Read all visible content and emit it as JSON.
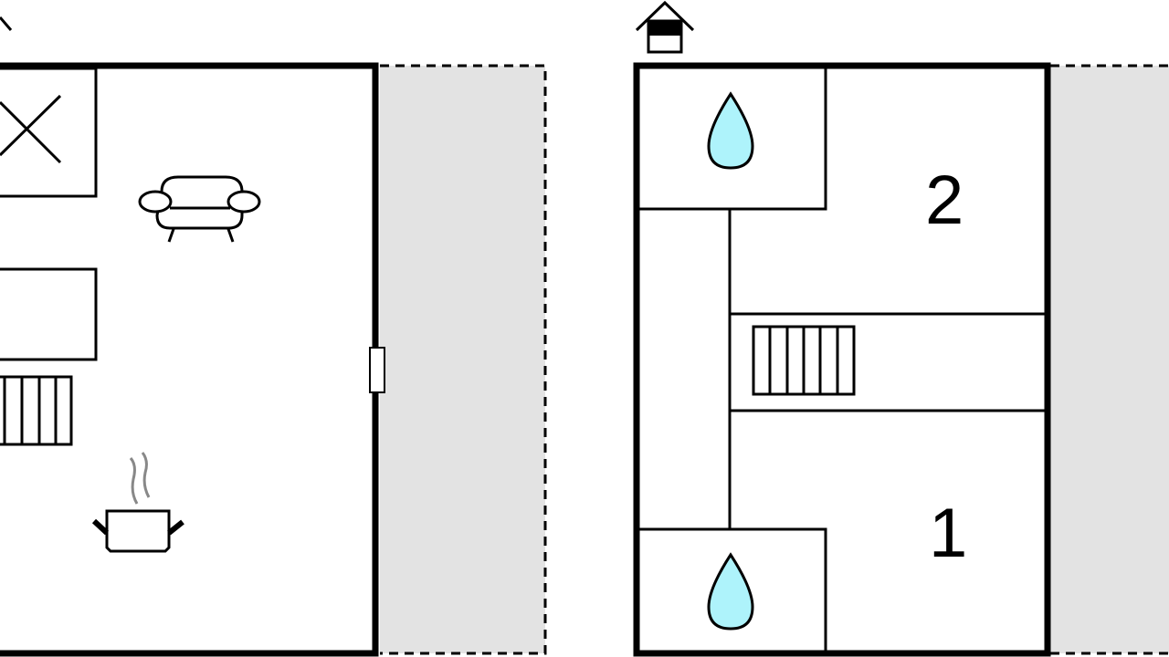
{
  "floorplan": {
    "rooms": [
      {
        "label": "2",
        "type": "bedroom"
      },
      {
        "label": "1",
        "type": "bedroom"
      }
    ],
    "icons": [
      "entrance-icon",
      "fireplace-icon",
      "sofa-icon",
      "stairs-icon",
      "kitchen-pot-icon",
      "door-icon",
      "bathroom-drop-icon"
    ],
    "colors": {
      "wall": "#000000",
      "terrace": "#e3e3e3",
      "water": "#aef3fb",
      "steam": "#888888"
    }
  }
}
